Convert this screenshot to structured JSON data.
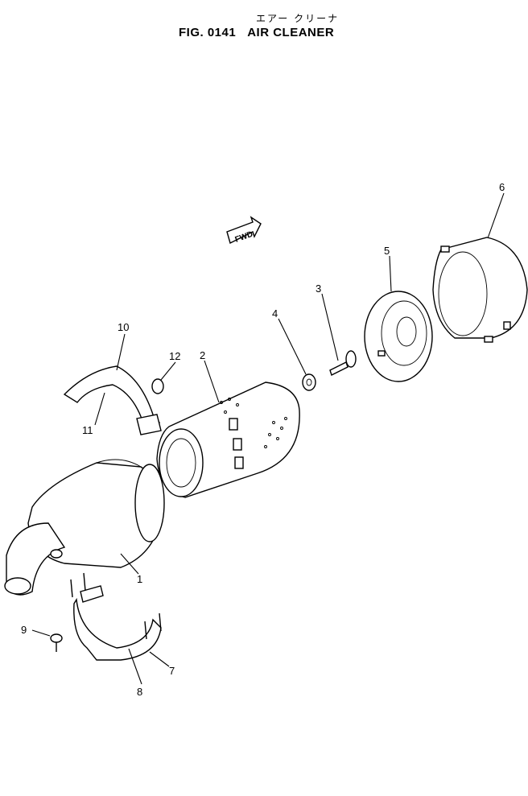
{
  "figure": {
    "title_jp": "エアー クリーナ",
    "fig_label": "FIG. 0141",
    "title_en": "AIR CLEANER",
    "fwd_label": "FWD"
  },
  "callouts": [
    "1",
    "2",
    "3",
    "4",
    "5",
    "6",
    "7",
    "8",
    "9",
    "10",
    "11",
    "12"
  ]
}
